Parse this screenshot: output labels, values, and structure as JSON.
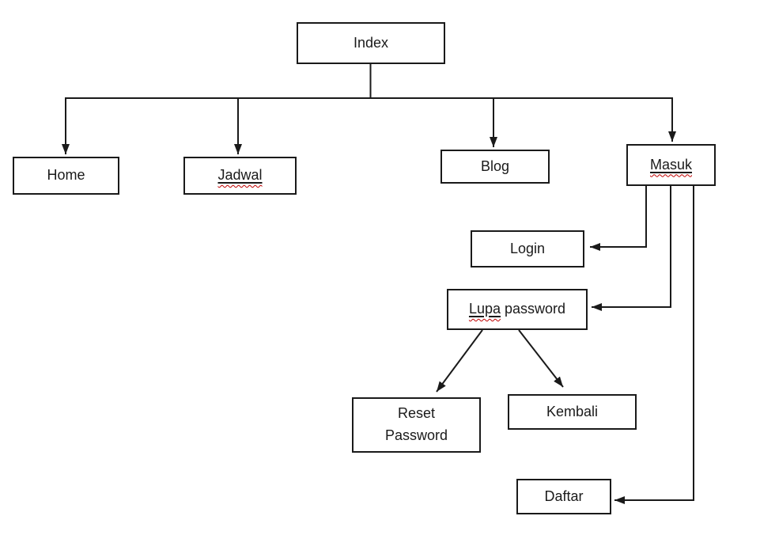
{
  "diagram": {
    "type": "flowchart-sitemap",
    "background_color": "#ffffff",
    "line_color": "#1a1a1a",
    "box_fill_color": "#ffffff",
    "box_border_color": "#1a1a1a",
    "text_color": "#1a1a1a",
    "spellcheck_squiggle_color": "#c00000"
  },
  "nodes": {
    "index": {
      "label": "Index",
      "marked": "",
      "rest": "Index"
    },
    "home": {
      "label": "Home",
      "marked": "",
      "rest": "Home"
    },
    "jadwal": {
      "label": "Jadwal",
      "marked": "Jadwal",
      "rest": ""
    },
    "blog": {
      "label": "Blog",
      "marked": "",
      "rest": "Blog"
    },
    "masuk": {
      "label": "Masuk",
      "marked": "Masuk",
      "rest": ""
    },
    "login": {
      "label": "Login",
      "marked": "",
      "rest": "Login"
    },
    "lupa_password": {
      "label": "Lupa password",
      "marked": "Lupa",
      "rest": " password"
    },
    "reset_password": {
      "label": "Reset Password",
      "marked": "",
      "rest": "Reset\nPassword"
    },
    "kembali": {
      "label": "Kembali",
      "marked": "",
      "rest": "Kembali"
    },
    "daftar": {
      "label": "Daftar",
      "marked": "",
      "rest": "Daftar"
    }
  },
  "edges": [
    {
      "from": "index",
      "to": "home",
      "arrow": "down"
    },
    {
      "from": "index",
      "to": "jadwal",
      "arrow": "down"
    },
    {
      "from": "index",
      "to": "blog",
      "arrow": "down"
    },
    {
      "from": "index",
      "to": "masuk",
      "arrow": "down"
    },
    {
      "from": "masuk",
      "to": "login",
      "arrow": "left"
    },
    {
      "from": "masuk",
      "to": "lupa_password",
      "arrow": "left"
    },
    {
      "from": "masuk",
      "to": "daftar",
      "arrow": "left"
    },
    {
      "from": "lupa_password",
      "to": "reset_password",
      "arrow": "diagonal-down-left"
    },
    {
      "from": "lupa_password",
      "to": "kembali",
      "arrow": "diagonal-down-right"
    }
  ]
}
